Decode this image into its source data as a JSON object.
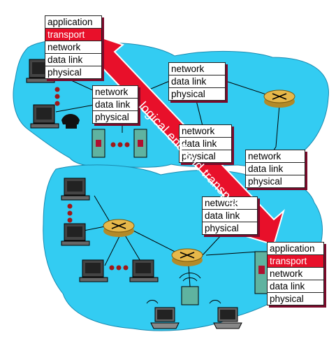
{
  "stacks": {
    "top_host": [
      "application",
      "transport",
      "network",
      "data link",
      "physical"
    ],
    "mid_left_router": [
      "network",
      "data link",
      "physical"
    ],
    "top_right_router": [
      "network",
      "data link",
      "physical"
    ],
    "center_router": [
      "network",
      "data link",
      "physical"
    ],
    "right_router": [
      "network",
      "data link",
      "physical"
    ],
    "lower_router": [
      "network",
      "data link",
      "physical"
    ],
    "bottom_host": [
      "application",
      "transport",
      "network",
      "data link",
      "physical"
    ]
  },
  "highlight_layer": "transport",
  "arrow_label": "logical end-end transport",
  "colors": {
    "cloud": "#33ccf2",
    "arrow": "#e8102a",
    "router": "#e6b84a",
    "shadow": "#7a0a2a"
  }
}
